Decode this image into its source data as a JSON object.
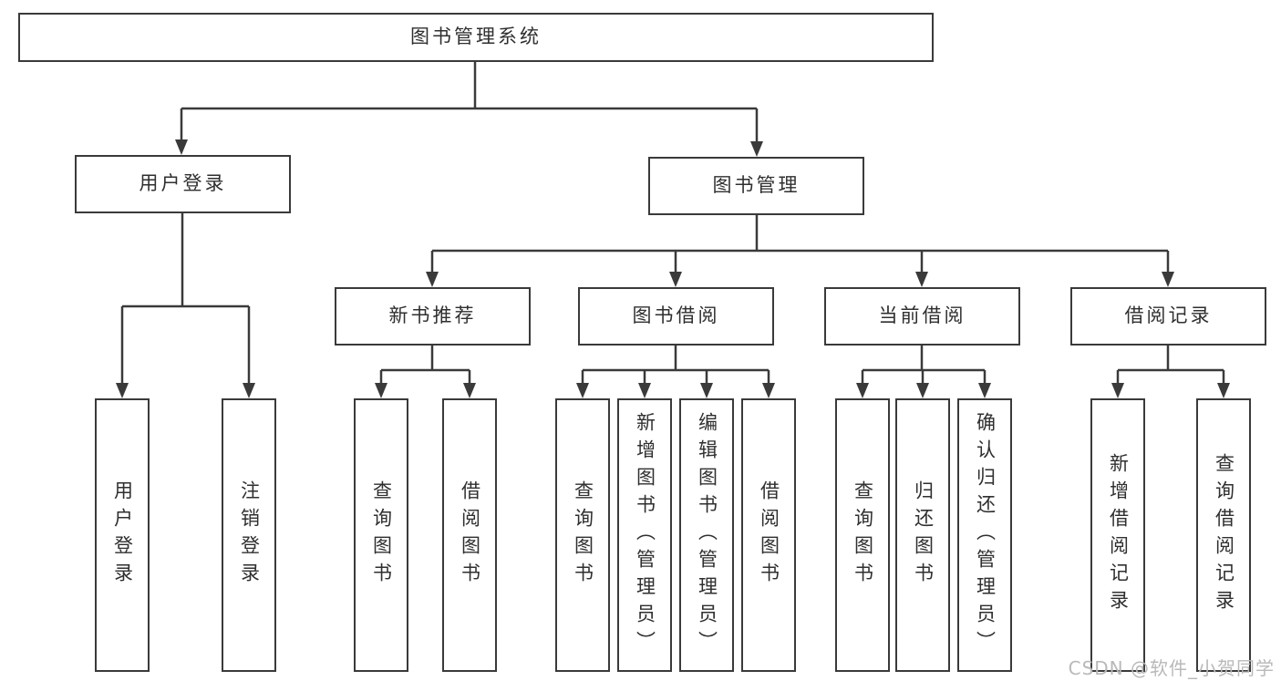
{
  "diagram": {
    "root": {
      "label": "图书管理系统"
    },
    "level2": [
      {
        "label": "用户登录",
        "parent": "图书管理系统"
      },
      {
        "label": "图书管理",
        "parent": "图书管理系统"
      }
    ],
    "level3": [
      {
        "label": "新书推荐",
        "parent": "图书管理"
      },
      {
        "label": "图书借阅",
        "parent": "图书管理"
      },
      {
        "label": "当前借阅",
        "parent": "图书管理"
      },
      {
        "label": "借阅记录",
        "parent": "图书管理"
      }
    ],
    "leaves": [
      {
        "label": "用户登录",
        "parent": "用户登录"
      },
      {
        "label": "注销登录",
        "parent": "用户登录"
      },
      {
        "label": "查询图书",
        "parent": "新书推荐"
      },
      {
        "label": "借阅图书",
        "parent": "新书推荐"
      },
      {
        "label": "查询图书",
        "parent": "图书借阅"
      },
      {
        "label": "新增图书（管理员）",
        "parent": "图书借阅"
      },
      {
        "label": "编辑图书（管理员）",
        "parent": "图书借阅"
      },
      {
        "label": "借阅图书",
        "parent": "图书借阅"
      },
      {
        "label": "查询图书",
        "parent": "当前借阅"
      },
      {
        "label": "归还图书",
        "parent": "当前借阅"
      },
      {
        "label": "确认归还（管理员）",
        "parent": "当前借阅"
      },
      {
        "label": "新增借阅记录",
        "parent": "借阅记录"
      },
      {
        "label": "查询借阅记录",
        "parent": "借阅记录"
      }
    ]
  },
  "watermark": "CSDN @软件_小贺同学",
  "colors": {
    "line": "#3a3a3a",
    "text": "#2f2f2f",
    "watermark": "#b9b9b9",
    "background": "#ffffff"
  }
}
